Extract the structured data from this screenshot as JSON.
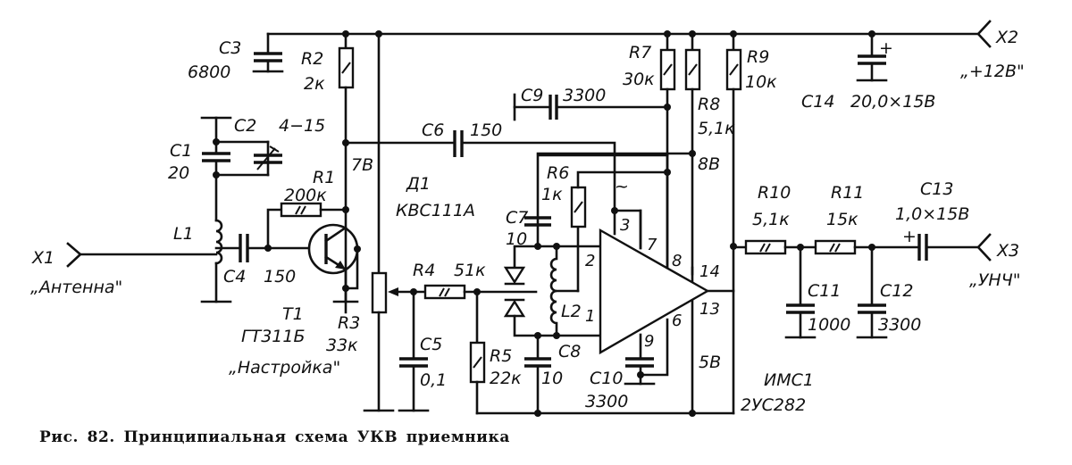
{
  "caption": "Рис. 82. Принципиальная схема УКВ приемника",
  "connectors": {
    "x1": {
      "ref": "X1",
      "name": "„Антенна\""
    },
    "x2": {
      "ref": "X2",
      "name": "„+12В\""
    },
    "x3": {
      "ref": "X3",
      "name": "„УНЧ\""
    }
  },
  "components": {
    "c1": {
      "ref": "C1",
      "value": "20"
    },
    "c2": {
      "ref": "C2",
      "value": "4−15"
    },
    "c3": {
      "ref": "C3",
      "value": "6800"
    },
    "c4": {
      "ref": "C4",
      "value": "150"
    },
    "c5": {
      "ref": "C5",
      "value": "0,1"
    },
    "c6": {
      "ref": "C6",
      "value": "150"
    },
    "c7": {
      "ref": "C7",
      "value": "10"
    },
    "c8": {
      "ref": "C8",
      "value": "10"
    },
    "c9": {
      "ref": "C9",
      "value": "3300"
    },
    "c10": {
      "ref": "C10",
      "value": "3300"
    },
    "c11": {
      "ref": "C11",
      "value": "1000"
    },
    "c12": {
      "ref": "C12",
      "value": "3300"
    },
    "c13": {
      "ref": "C13",
      "value": "1,0×15В"
    },
    "c14": {
      "ref": "C14",
      "value": "20,0×15В"
    },
    "r1": {
      "ref": "R1",
      "value": "200к"
    },
    "r2": {
      "ref": "R2",
      "value": "2к"
    },
    "r3": {
      "ref": "R3",
      "value": "33к",
      "name": "„Настройка\""
    },
    "r4": {
      "ref": "R4",
      "value": "51к"
    },
    "r5": {
      "ref": "R5",
      "value": "22к"
    },
    "r6": {
      "ref": "R6",
      "value": "1к"
    },
    "r7": {
      "ref": "R7",
      "value": "30к"
    },
    "r8": {
      "ref": "R8",
      "value": "5,1к"
    },
    "r9": {
      "ref": "R9",
      "value": "10к"
    },
    "r10": {
      "ref": "R10",
      "value": "5,1к"
    },
    "r11": {
      "ref": "R11",
      "value": "15к"
    },
    "l1": {
      "ref": "L1"
    },
    "l2": {
      "ref": "L2"
    },
    "t1": {
      "ref": "T1",
      "value": "ГТ311Б"
    },
    "d1": {
      "ref": "Д1",
      "value": "КВС111А"
    },
    "ic1": {
      "ref": "ИМС1",
      "value": "2УС282"
    }
  },
  "ic_pins": {
    "p1": "1",
    "p2": "2",
    "p3": "3",
    "p6": "6",
    "p7": "7",
    "p8": "8",
    "p9": "9",
    "p13": "13",
    "p14": "14"
  },
  "voltages": {
    "t1_collector": "7В",
    "pin8": "8В",
    "pin14": "5В"
  },
  "symbols": {
    "plus": "+",
    "tilde": "~"
  }
}
